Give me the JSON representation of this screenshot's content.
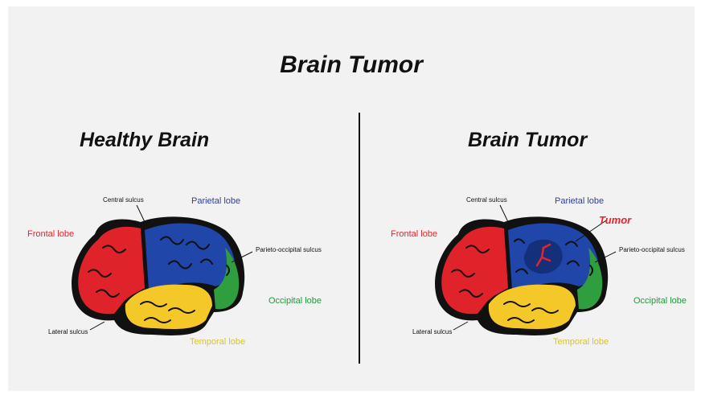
{
  "title": "Brain Tumor",
  "panels": [
    {
      "title": "Healthy Brain",
      "labels": {
        "central_sulcus": "Central sulcus",
        "parietal_lobe": "Parietal lobe",
        "frontal_lobe": "Frontal lobe",
        "parieto_occipital_sulcus": "Parieto-occipital sulcus",
        "occipital_lobe": "Occipital lobe",
        "lateral_sulcus": "Lateral sulcus",
        "temporal_lobe": "Temporal lobe"
      }
    },
    {
      "title": "Brain Tumor",
      "labels": {
        "central_sulcus": "Central sulcus",
        "parietal_lobe": "Parietal lobe",
        "tumor": "Tumor",
        "frontal_lobe": "Frontal lobe",
        "parieto_occipital_sulcus": "Parieto-occipital sulcus",
        "occipital_lobe": "Occipital lobe",
        "lateral_sulcus": "Lateral sulcus",
        "temporal_lobe": "Temporal lobe"
      }
    }
  ],
  "colors": {
    "frontal": "#e0232b",
    "parietal": "#1f46a8",
    "occipital": "#2e9e3f",
    "temporal": "#f5c82a",
    "tumor": "#e8232c",
    "outline": "#111111"
  }
}
